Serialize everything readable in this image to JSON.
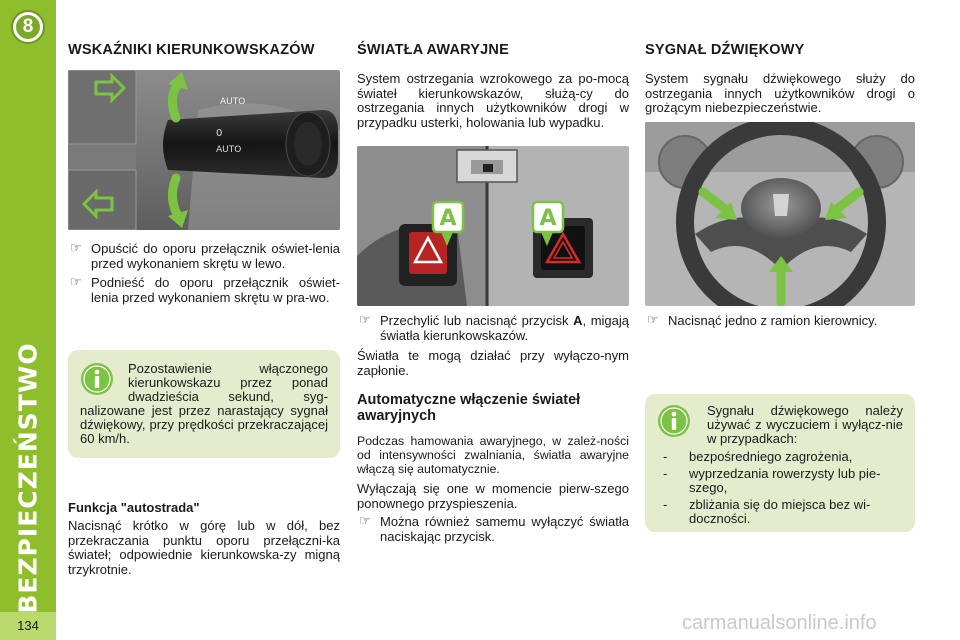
{
  "sidebar": {
    "chapter_number": "8",
    "chapter_title": "BEZPIECZEŃSTWO",
    "page_number": "134",
    "color": "#8fbe2c"
  },
  "col1": {
    "title": "WSKAŹNIKI KIERUNKOWSKAZÓW",
    "photo_labels": {
      "auto_top": "AUTO",
      "auto_mid": "AUTO",
      "zero": "0"
    },
    "bullets": [
      "Opuścić do oporu przełącznik oświet-lenia przed wykonaniem skrętu w lewo.",
      "Podnieść do oporu przełącznik oświet-lenia przed wykonaniem skrętu w pra-wo."
    ],
    "info": "Pozostawienie włączonego kierunkowskazu przez ponad dwadzieścia sekund, syg-nalizowane jest przez narastający sygnał dźwiękowy, przy prędkości przekraczającej 60 km/h.",
    "autostrada_title": "Funkcja \"autostrada\"",
    "autostrada_text": "Nacisnąć krótko w górę lub w dół, bez przekraczania punktu oporu przełączni-ka świateł; odpowiednie kierunkowska-zy migną trzykrotnie."
  },
  "col2": {
    "title": "ŚWIATŁA AWARYJNE",
    "intro": "System ostrzegania wzrokowego za po-mocą świateł kierunkowskazów, służą-cy do ostrzegania innych użytkowników drogi w przypadku usterki, holowania lub wypadku.",
    "photo_labels": {
      "a_left": "A",
      "a_right": "A"
    },
    "bullet_prefix": "Przechylić lub nacisnąć przycisk ",
    "bullet_key": "A",
    "bullet_suffix": ", migają światła kierunkowskazów.",
    "ignition": "Światła te mogą działać przy wyłączo-nym zapłonie.",
    "auto_title": "Automatyczne włączenie świateł awaryjnych",
    "auto_p1": "Podczas hamowania awaryjnego, w zależ-ności od intensywności zwalniania, światła awaryjne włączą się automatycznie.",
    "auto_p2": "Wyłączają się one w momencie pierw-szego ponownego przyspieszenia.",
    "auto_bullet": "Można również samemu wyłączyć światła naciskając przycisk."
  },
  "col3": {
    "title": "SYGNAŁ DŹWIĘKOWY",
    "intro": "System sygnału dźwiękowego służy do ostrzegania innych użytkowników drogi o grożącym niebezpieczeństwie.",
    "bullet": "Nacisnąć jedno z ramion kierownicy.",
    "info_intro": "Sygnału dźwiękowego należy używać z wyczuciem i wyłącz-nie w przypadkach:",
    "info_items": [
      "bezpośredniego zagrożenia,",
      "wyprzedzania rowerzysty lub pie-szego,",
      "zbliżania się do miejsca bez wi-doczności."
    ]
  },
  "icons": {
    "info": "info-icon",
    "hand": "pointing-hand-icon",
    "arrow": "arrow-icon",
    "hazard": "hazard-triangle-icon"
  },
  "colors": {
    "accent_green": "#7cc243",
    "info_bg": "#e4eccd",
    "hazard_red": "#d72b2b"
  },
  "watermark": "carmanualsonline.info"
}
